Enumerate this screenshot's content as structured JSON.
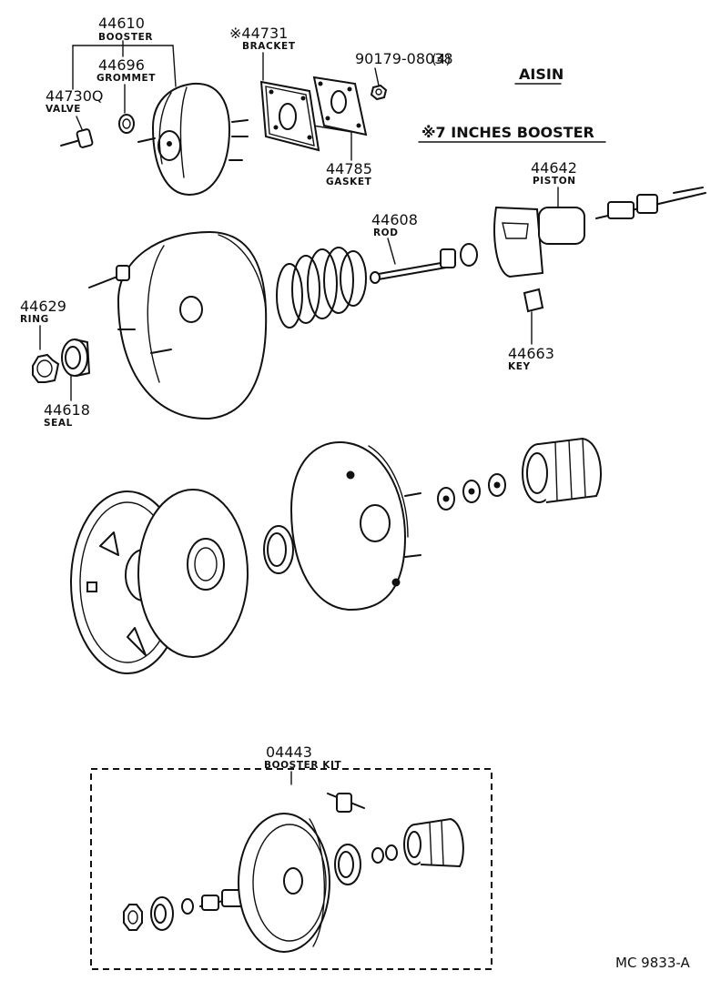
{
  "brand": "AISIN",
  "variant_note": "※7 INCHES BOOSTER",
  "drawing_code": "MC 9833-A",
  "parts": {
    "booster": {
      "number": "44610",
      "name": "BOOSTER"
    },
    "grommet": {
      "number": "44696",
      "name": "GROMMET"
    },
    "valve": {
      "number": "44730Q",
      "name": "VALVE"
    },
    "bracket": {
      "number": "※44731",
      "name": "BRACKET"
    },
    "nut": {
      "number": "90179-08038",
      "qty": "(4)"
    },
    "gasket": {
      "number": "44785",
      "name": "GASKET"
    },
    "piston": {
      "number": "44642",
      "name": "PISTON"
    },
    "rod": {
      "number": "44608",
      "name": "ROD"
    },
    "ring": {
      "number": "44629",
      "name": "RING"
    },
    "seal": {
      "number": "44618",
      "name": "SEAL"
    },
    "key": {
      "number": "44663",
      "name": "KEY"
    },
    "kit": {
      "number": "04443",
      "name": "BOOSTER KIT"
    }
  }
}
